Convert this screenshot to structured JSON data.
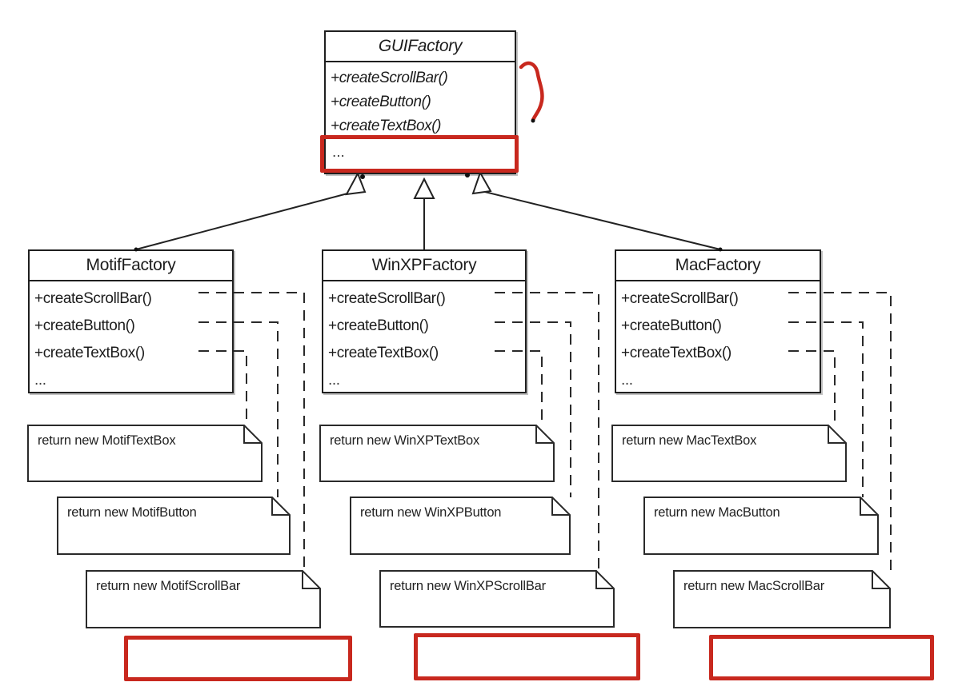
{
  "colors": {
    "annotation_red": "#c8281e",
    "line_black": "#222222"
  },
  "superclass": {
    "name": "GUIFactory",
    "methods": [
      "+createScrollBar()",
      "+createButton()",
      "+createTextBox()"
    ],
    "ellipsis": "..."
  },
  "subclasses": [
    {
      "name": "MotifFactory",
      "methods": [
        "+createScrollBar()",
        "+createButton()",
        "+createTextBox()"
      ],
      "ellipsis": "...",
      "notes": [
        "return new MotifTextBox",
        "return new MotifButton",
        "return new MotifScrollBar"
      ]
    },
    {
      "name": "WinXPFactory",
      "methods": [
        "+createScrollBar()",
        "+createButton()",
        "+createTextBox()"
      ],
      "ellipsis": "...",
      "notes": [
        "return new WinXPTextBox",
        "return new WinXPButton",
        "return new WinXPScrollBar"
      ]
    },
    {
      "name": "MacFactory",
      "methods": [
        "+createScrollBar()",
        "+createButton()",
        "+createTextBox()"
      ],
      "ellipsis": "...",
      "notes": [
        "return new MacTextBox",
        "return new MacButton",
        "return new MacScrollBar"
      ]
    }
  ]
}
